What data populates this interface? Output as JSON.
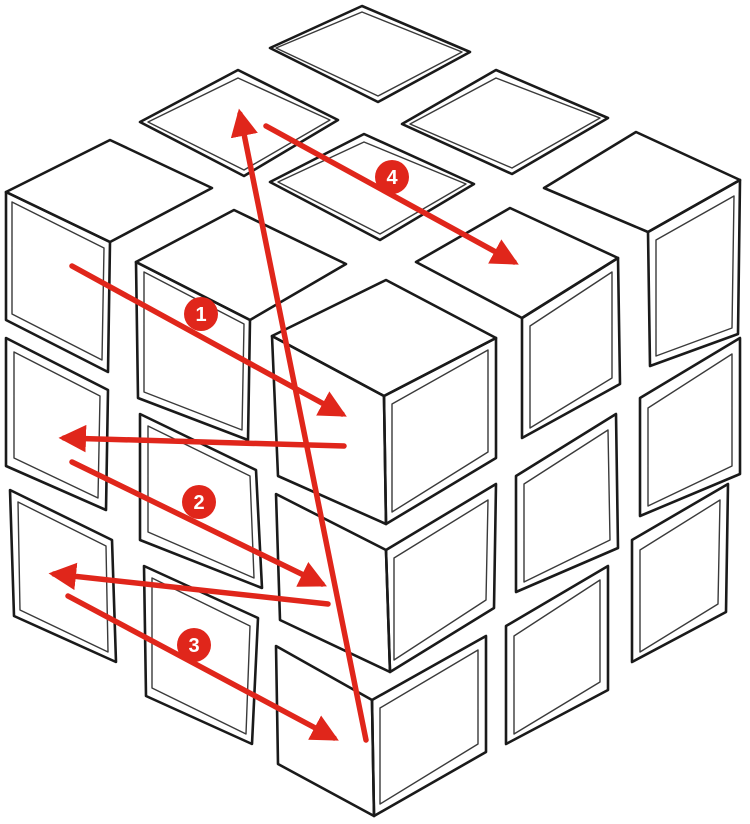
{
  "diagram": {
    "colors": {
      "arrow": "#e0261b",
      "edge": "#1a1a1a",
      "face": "#ffffff"
    },
    "steps": [
      {
        "label": "1"
      },
      {
        "label": "2"
      },
      {
        "label": "3"
      },
      {
        "label": "4"
      }
    ]
  }
}
